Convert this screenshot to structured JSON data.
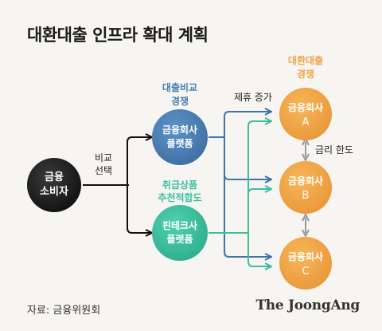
{
  "title": "대환대출 인프라 확대 계획",
  "colors": {
    "background": "#f7f5f2",
    "consumer": "#1c1c1c",
    "platform_blue": "#4a7fb5",
    "fintech_teal": "#3cbf9f",
    "bank_orange": "#f0a545",
    "arrow_blue": "#3f73ad",
    "arrow_teal": "#3cbf9f",
    "arrow_black": "#111111",
    "arrow_gray": "#999999"
  },
  "nodes": {
    "consumer": {
      "line1": "금융",
      "line2": "소비자"
    },
    "platform": {
      "line1": "금융회사",
      "line2": "플랫폼"
    },
    "fintech": {
      "line1": "핀테크사",
      "line2": "플랫폼"
    },
    "bank_a": {
      "line1": "금융회사",
      "line2": "A"
    },
    "bank_b": {
      "line1": "금융회사",
      "line2": "B"
    },
    "bank_c": {
      "line1": "금융회사",
      "line2": "C"
    }
  },
  "labels": {
    "compare_loans": {
      "line1": "대출비교",
      "line2": "경쟁"
    },
    "handling_products": {
      "line1": "취급상품",
      "line2": "추천적합도"
    },
    "refinance_competition": {
      "line1": "대환대출",
      "line2": "경쟁"
    },
    "compare": {
      "line1": "비교",
      "line2": "선택"
    },
    "partnership": "제휴 증가",
    "rate_limit": "금리 한도"
  },
  "source": "자료: 금융위원회",
  "brand": "The JoongAng"
}
